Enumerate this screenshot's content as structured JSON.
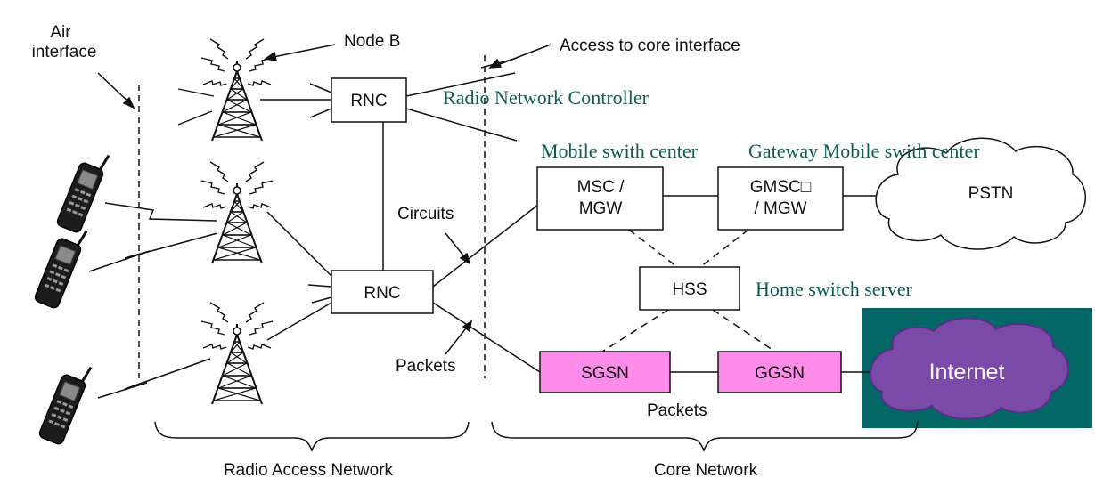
{
  "labels": {
    "air_interface": [
      "Air",
      "interface"
    ],
    "node_b": "Node B",
    "access_core": "Access to core interface",
    "rnc_full": "Radio Network Controller",
    "circuits": "Circuits",
    "packets_left": "Packets",
    "packets_core": "Packets",
    "msc_full": "Mobile swith center",
    "gmsc_full": "Gateway Mobile swith center",
    "hss_full": "Home switch server",
    "radio_access_network": "Radio Access Network",
    "core_network": "Core Network"
  },
  "boxes": {
    "rnc_top": "RNC",
    "rnc_bottom": "RNC",
    "msc": [
      "MSC /",
      "MGW"
    ],
    "gmsc": [
      "GMSC□",
      "/ MGW"
    ],
    "hss": "HSS",
    "sgsn": "SGSN",
    "ggsn": "GGSN"
  },
  "clouds": {
    "pstn": "PSTN",
    "internet": "Internet"
  },
  "colors": {
    "annotation_text": "#0e5a55",
    "packet_box_fill": "#ff8ce8",
    "internet_panel": "#006666",
    "internet_cloud": "#7b4aa8",
    "internet_text": "#ffffff"
  },
  "icons": [
    "cell-tower-icon",
    "mobile-phone-icon",
    "radio-link-icon",
    "cloud-icon"
  ]
}
